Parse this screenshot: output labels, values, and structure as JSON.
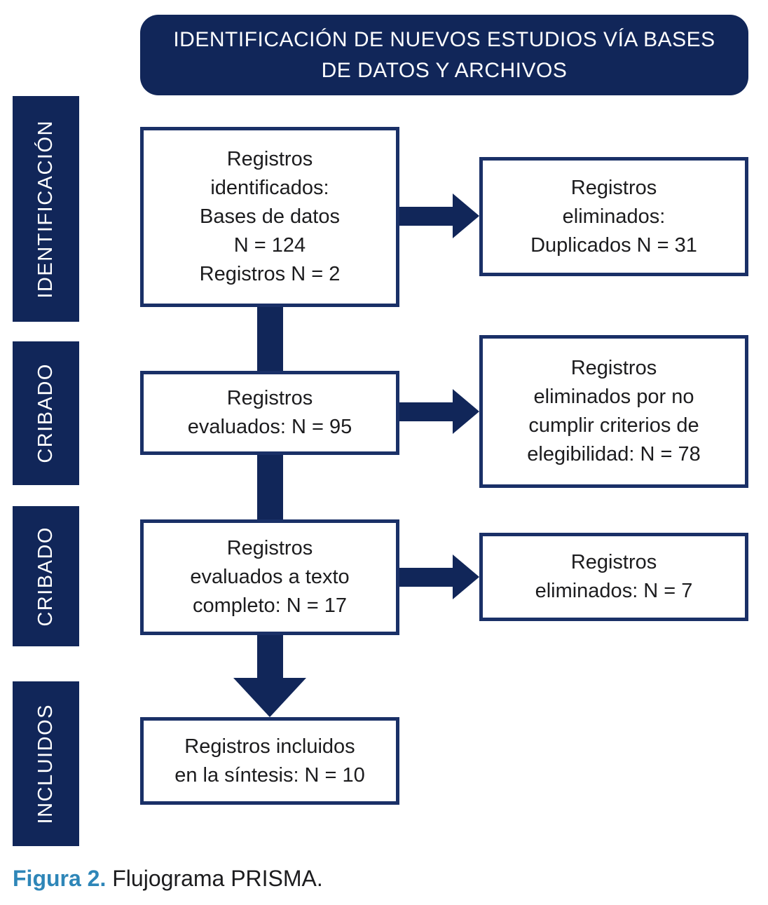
{
  "header": {
    "title": "IDENTIFICACIÓN DE NUEVOS ESTUDIOS VÍA BASES\nDE DATOS Y ARCHIVOS"
  },
  "stages": [
    {
      "label": "IDENTIFICACIÓN"
    },
    {
      "label": "CRIBADO"
    },
    {
      "label": "CRIBADO"
    },
    {
      "label": "INCLUIDOS"
    }
  ],
  "flow": {
    "main_boxes": [
      {
        "text": "Registros\nidentificados:\nBases de datos\nN = 124\nRegistros N = 2"
      },
      {
        "text": "Registros\nevaluados: N = 95"
      },
      {
        "text": "Registros\nevaluados a texto\ncompleto: N = 17"
      },
      {
        "text": "Registros incluidos\nen la síntesis: N = 10"
      }
    ],
    "side_boxes": [
      {
        "text": "Registros\neliminados:\nDuplicados N = 31"
      },
      {
        "text": "Registros\neliminados por no\ncumplir criterios de\nelegibilidad: N = 78"
      },
      {
        "text": "Registros\neliminados: N = 7"
      }
    ]
  },
  "caption": {
    "label": "Figura 2.",
    "text": " Flujograma PRISMA."
  },
  "colors": {
    "navy": "#112659",
    "box_border": "#1a3067",
    "caption_blue": "#2e86b8"
  }
}
